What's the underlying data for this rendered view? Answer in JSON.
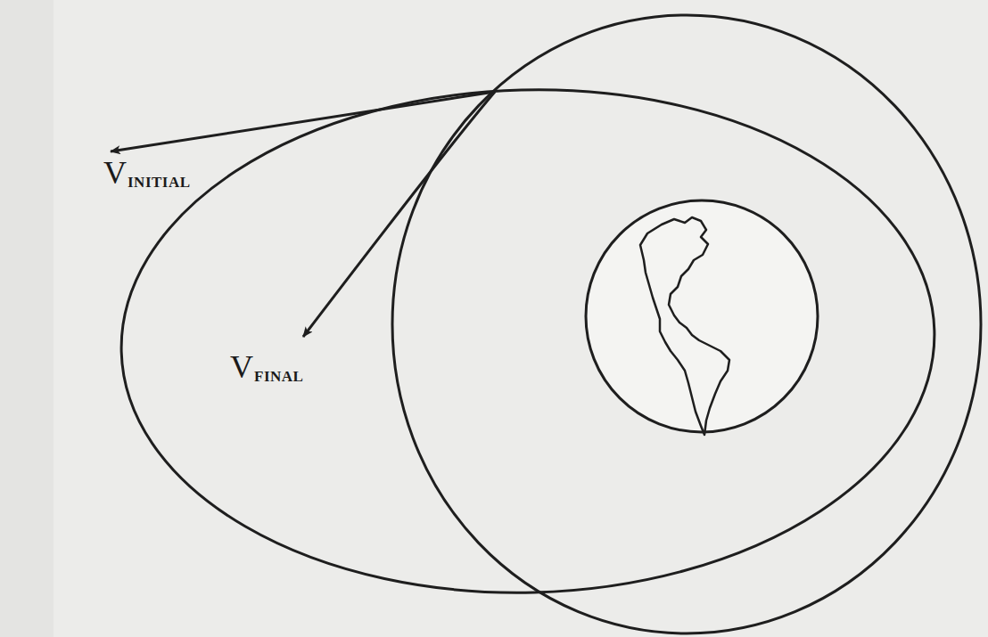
{
  "diagram": {
    "labels": [
      "V",
      "INITIAL",
      "V",
      "FINAL"
    ]
  }
}
